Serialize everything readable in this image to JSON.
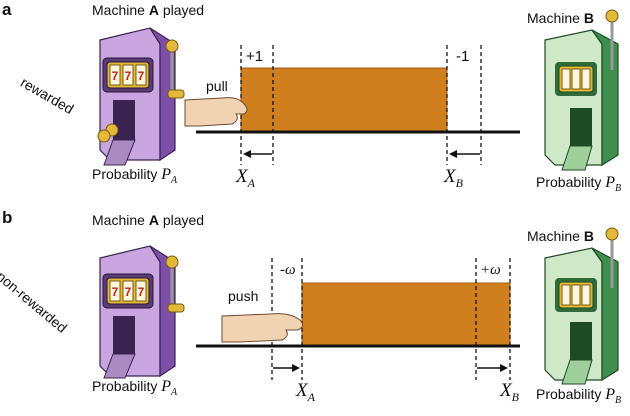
{
  "colors": {
    "bar": "#D07F1E",
    "bar_edge": "#A85E0E",
    "machine_a": "#8E5BB5",
    "machine_b": "#4E9A5F",
    "gold": "#D9B52A",
    "skin": "#F1D3B4"
  },
  "icons": [
    "slot-machine-a-icon",
    "slot-machine-b-icon",
    "hand-icon",
    "arrow-left-icon",
    "arrow-right-icon"
  ],
  "panel_a": {
    "letter": "a",
    "machine_a_title_prefix": "Machine ",
    "machine_a_title_letter": "A",
    "machine_a_title_suffix": " played",
    "machine_b_title_prefix": "Machine ",
    "machine_b_title_letter": "B",
    "side_label": "rewarded",
    "hand_label": "pull",
    "left_delta": "+1",
    "right_delta": "-1",
    "prob_a_word": "Probability",
    "prob_a_symbol": "P",
    "prob_a_sub": "A",
    "prob_b_word": "Probability",
    "prob_b_symbol": "P",
    "prob_b_sub": "B",
    "xa_symbol": "X",
    "xa_sub": "A",
    "xb_symbol": "X",
    "xb_sub": "B"
  },
  "panel_b": {
    "letter": "b",
    "machine_a_title_prefix": "Machine ",
    "machine_a_title_letter": "A",
    "machine_a_title_suffix": " played",
    "machine_b_title_prefix": "Machine ",
    "machine_b_title_letter": "B",
    "side_label": "non-rewarded",
    "hand_label": "push",
    "left_delta": "-ω",
    "right_delta": "+ω",
    "prob_a_word": "Probability",
    "prob_a_symbol": "P",
    "prob_a_sub": "A",
    "prob_b_word": "Probability",
    "prob_b_symbol": "P",
    "prob_b_sub": "B",
    "xa_symbol": "X",
    "xa_sub": "A",
    "xb_symbol": "X",
    "xb_sub": "B"
  }
}
